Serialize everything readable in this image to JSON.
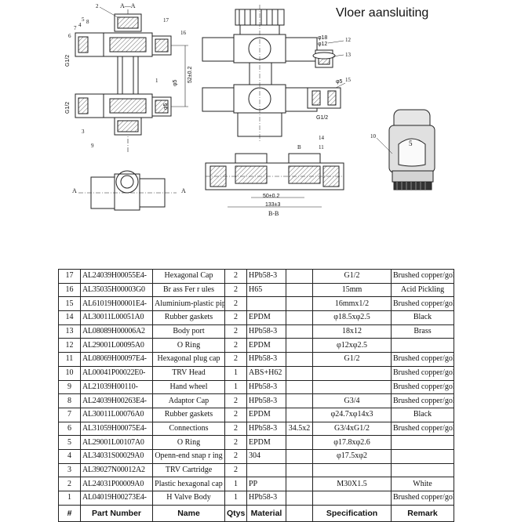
{
  "title": "Vloer aansluiting",
  "drawing": {
    "section_aa": "A—A",
    "section_bb": "B-B",
    "label_a": "A",
    "label_b": "B",
    "dims": {
      "g12_left": "G1/2",
      "g12_left2": "G1/2",
      "d5_top": "φ5",
      "d5_bottom": "φ5",
      "c52": "52±0.2",
      "d18": "φ18",
      "d12": "φ12",
      "d5_right": "φ5",
      "g12_right": "G1/2",
      "c50": "50±0.2",
      "c133": "133±3",
      "knob_num": "5"
    },
    "balloons": [
      "2",
      "3",
      "4",
      "5",
      "6",
      "7",
      "8",
      "9",
      "1",
      "17",
      "16",
      "12",
      "13",
      "15",
      "14",
      "11",
      "10"
    ]
  },
  "table": {
    "header": {
      "no": "#",
      "part": "Part Number",
      "name": "Name",
      "qty": "Qtys",
      "material": "Material",
      "spec": "Specification",
      "remark": "Remark"
    },
    "rows": [
      {
        "no": "17",
        "part": "AL24039H00055E4-",
        "name": "Hexagonal Cap",
        "qty": "2",
        "material": "HPb58-3",
        "extra": "",
        "spec": "G1/2",
        "remark": "Brushed copper/gold/gun metal"
      },
      {
        "no": "16",
        "part": "AL35035H00003G0",
        "name": "Br ass Fer r ules",
        "qty": "2",
        "material": "H65",
        "extra": "",
        "spec": "15mm",
        "remark": "Acid Pickling"
      },
      {
        "no": "15",
        "part": "AL61019H00001E4-",
        "name": "Aluminium-plastic pipe connectors",
        "qty": "2",
        "material": "",
        "extra": "",
        "spec": "16mmx1/2",
        "remark": "Brushed copper/gold/gun metal"
      },
      {
        "no": "14",
        "part": "AL30011L00051A0",
        "name": "Rubber gaskets",
        "qty": "2",
        "material": "EPDM",
        "extra": "",
        "spec": "φ18.5xφ2.5",
        "remark": "Black"
      },
      {
        "no": "13",
        "part": "AL08089H00006A2",
        "name": "Body port",
        "qty": "2",
        "material": "HPb58-3",
        "extra": "",
        "spec": "18x12",
        "remark": "Brass"
      },
      {
        "no": "12",
        "part": "AL29001L00095A0",
        "name": "O Ring",
        "qty": "2",
        "material": "EPDM",
        "extra": "",
        "spec": "φ12xφ2.5",
        "remark": ""
      },
      {
        "no": "11",
        "part": "AL08069H00097E4-",
        "name": "Hexagonal plug cap",
        "qty": "2",
        "material": "HPb58-3",
        "extra": "",
        "spec": "G1/2",
        "remark": "Brushed copper/gold/gun metal"
      },
      {
        "no": "10",
        "part": "AL00041P00022E0-",
        "name": "TRV Head",
        "qty": "1",
        "material": "ABS+H62",
        "extra": "",
        "spec": "",
        "remark": "Brushed copper/gold/gun metal"
      },
      {
        "no": "9",
        "part": "AL21039H00110-",
        "name": "Hand wheel",
        "qty": "1",
        "material": "HPb58-3",
        "extra": "",
        "spec": "",
        "remark": "Brushed copper/gold/gun metal"
      },
      {
        "no": "8",
        "part": "AL24039H00263E4-",
        "name": "Adaptor Cap",
        "qty": "2",
        "material": "HPb58-3",
        "extra": "",
        "spec": "G3/4",
        "remark": "Brushed copper/gold/gun metal"
      },
      {
        "no": "7",
        "part": "AL30011L00076A0",
        "name": "Rubber gaskets",
        "qty": "2",
        "material": "EPDM",
        "extra": "",
        "spec": "φ24.7xφ14x3",
        "remark": "Black"
      },
      {
        "no": "6",
        "part": "AL31059H00075E4-",
        "name": "Connections",
        "qty": "2",
        "material": "HPb58-3",
        "extra": "34.5x2",
        "spec": "G3/4xG1/2",
        "remark": "Brushed copper/gold/gun metal"
      },
      {
        "no": "5",
        "part": "AL29001L00107A0",
        "name": "O Ring",
        "qty": "2",
        "material": "EPDM",
        "extra": "",
        "spec": "φ17.8xφ2.6",
        "remark": ""
      },
      {
        "no": "4",
        "part": "AL34031S00029A0",
        "name": "Openn-end snap r ing",
        "qty": "2",
        "material": "304",
        "extra": "",
        "spec": "φ17.5xφ2",
        "remark": ""
      },
      {
        "no": "3",
        "part": "AL39027N00012A2",
        "name": "TRV Cartridge",
        "qty": "2",
        "material": "",
        "extra": "",
        "spec": "",
        "remark": ""
      },
      {
        "no": "2",
        "part": "AL24031P00009A0",
        "name": "Plastic hexagonal cap",
        "qty": "1",
        "material": "PP",
        "extra": "",
        "spec": "M30X1.5",
        "remark": "White"
      },
      {
        "no": "1",
        "part": "AL04019H00273E4-",
        "name": "H Valve Body",
        "qty": "1",
        "material": "HPb58-3",
        "extra": "",
        "spec": "",
        "remark": "Brushed copper/gold/gun metal"
      }
    ]
  }
}
